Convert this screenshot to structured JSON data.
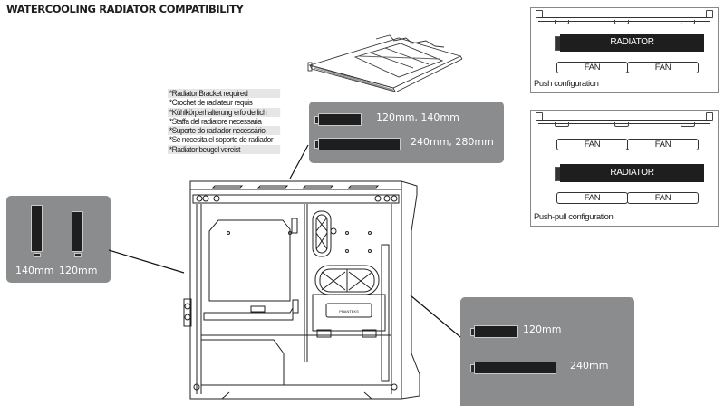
{
  "title": "WATERCOOLING RADIATOR COMPATIBILITY",
  "bracket_notes": [
    "*Radiator Bracket required",
    "*Crochet de radiateur requis",
    "*Kühlkörperhalterung erforderlich",
    "*Staffa del radiatore necessaria",
    "*Suporte do radiador necessário",
    "*Se necesita el soporte de radiador",
    "*Radiator beugel vereist"
  ],
  "top_panel": {
    "position": "top",
    "radiators": [
      "120mm, 140mm",
      "240mm, 280mm"
    ]
  },
  "front_panel": {
    "position": "front",
    "radiators": [
      "140mm",
      "120mm"
    ]
  },
  "bottom_panel": {
    "position": "bottom",
    "radiators": [
      "120mm",
      "240mm"
    ]
  },
  "push_config": {
    "caption": "Push configuration",
    "radiator_label": "RADIATOR",
    "fans": [
      "FAN",
      "FAN"
    ]
  },
  "push_pull_config": {
    "caption": "Push-pull configuration",
    "radiator_label": "RADIATOR",
    "fans_top": [
      "FAN",
      "FAN"
    ],
    "fans_bottom": [
      "FAN",
      "FAN"
    ]
  },
  "case_badge": "PHANTEKS",
  "colors": {
    "panel_grey": "#8a8c8e",
    "radiator_black": "#1e1e1e",
    "line": "#222222"
  }
}
